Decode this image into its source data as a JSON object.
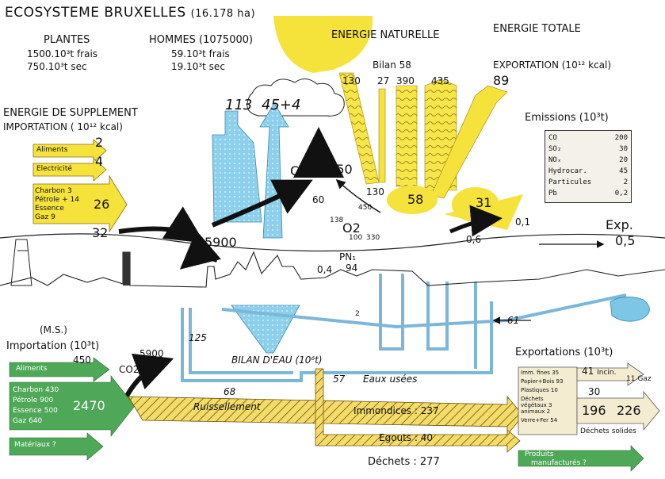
{
  "title": "ECOSYSTEME  BRUXELLES",
  "area": "(16.178 ha)",
  "plantes": {
    "label": "PLANTES",
    "frais": "1500.10³t  frais",
    "sec": "750.10³t  sec"
  },
  "hommes": {
    "label": "HOMMES (1075000)",
    "frais": "59.10³t  frais",
    "sec": "19.10³t  sec"
  },
  "energie_naturelle": "ENERGIE NATURELLE",
  "energie_totale": "ENERGIE  TOTALE",
  "bilan": "Bilan  58",
  "exportation": {
    "label": "EXPORTATION",
    "unit": "(10¹² kcal)",
    "value": "89"
  },
  "flows_top": [
    "130",
    "27",
    "390",
    "435"
  ],
  "supplement": {
    "line1": "ENERGIE  DE  SUPPLEMENT",
    "line2": "IMPORTATION ( 10¹² kcal)"
  },
  "supplement_items": [
    {
      "label": "Aliments",
      "value": "2"
    },
    {
      "label": "Electricité",
      "value": "4"
    }
  ],
  "fuels": [
    {
      "label": "Charbon",
      "value": "3"
    },
    {
      "label": "Pétrole +",
      "value": "14"
    },
    {
      "label": "Essence",
      "value": ""
    },
    {
      "label": "Gaz",
      "value": "9"
    }
  ],
  "fuels_total": "26",
  "value_32": "32",
  "flows_mid": {
    "v113": "113",
    "v45": "45+4",
    "co2": "CO2",
    "v6350": "6350",
    "v60": "60",
    "v138": "138",
    "v450": "450",
    "o2": "O2",
    "v100": "100",
    "v330": "330",
    "pn": "PN₁",
    "v04": "0,4",
    "v94": "94",
    "v130b": "130",
    "v58": "58",
    "v31": "31",
    "v5900": "5900",
    "v01": "0,1",
    "v06": "0,6"
  },
  "emissions": {
    "title": "Emissions (10³t)",
    "rows": [
      {
        "name": "CO",
        "value": "200"
      },
      {
        "name": "SO₂",
        "value": "30"
      },
      {
        "name": "NOₓ",
        "value": "20"
      },
      {
        "name": "Hydrocar.",
        "value": "45"
      },
      {
        "name": "Particules",
        "value": "2"
      },
      {
        "name": "Pb",
        "value": "0,2"
      }
    ]
  },
  "exp": {
    "label": "Exp.",
    "value": "0,5"
  },
  "eau": {
    "bilan": "BILAN  D'EAU",
    "unit": "(10⁶t)",
    "v125": "125",
    "v68": "68",
    "v57": "57",
    "eaux_usees": "Eaux usées",
    "v61": "61",
    "v2": "2",
    "ruissellement": "Ruissellement"
  },
  "ms": "(M.S.)",
  "importation": {
    "label": "Importation (10³t)",
    "aliments": "Aliments",
    "aliments_value": "450",
    "co2": "CO2",
    "co2_value": "5900"
  },
  "imports": [
    {
      "label": "Charbon",
      "value": "430"
    },
    {
      "label": "Pétrole",
      "value": "900"
    },
    {
      "label": "Essence",
      "value": "500"
    },
    {
      "label": "Gaz",
      "value": "640"
    }
  ],
  "imports_total": "2470",
  "materiaux": "Matériaux ?",
  "exportations": {
    "title": "Exportations (10³t)",
    "v41": "41",
    "incin": "Incin.",
    "v11": "11",
    "gaz": "Gaz",
    "v30": "30",
    "v196": "196",
    "v226": "226",
    "dechets_solides": "Déchets solides",
    "rows": [
      {
        "name": "Imm. fines",
        "value": "35"
      },
      {
        "name": "Papier+Bois",
        "value": "93"
      },
      {
        "name": "Plastiques",
        "value": "10"
      },
      {
        "name": "Déchets",
        "value": ""
      },
      {
        "name": "végétaux",
        "value": "3"
      },
      {
        "name": "animaux",
        "value": "2"
      },
      {
        "name": "Verre+Fer",
        "value": "54"
      }
    ]
  },
  "immondices": "Immondices : 237",
  "egouts": "Egouts :  40",
  "dechets": "Déchets : 277",
  "produits": {
    "line1": "Produits",
    "line2": "manufacturés  ?"
  },
  "colors": {
    "yellow": "#f5e23a",
    "blue": "#7cc6e6",
    "green": "#4ea857",
    "hatch": "#d7b94a"
  }
}
